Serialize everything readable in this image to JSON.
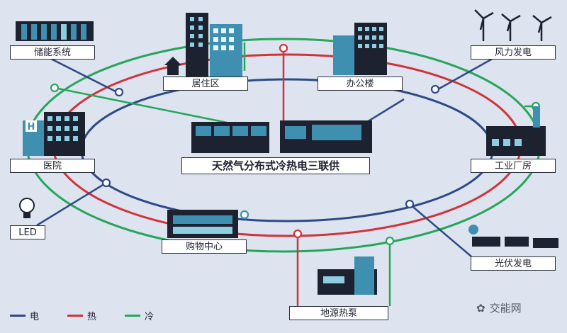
{
  "title": "天然气分布式冷热电三联供",
  "nodes": {
    "storage": "储能系统",
    "residential": "居住区",
    "office": "办公楼",
    "wind": "风力发电",
    "hospital": "医院",
    "industrial": "工业厂房",
    "led": "LED",
    "mall": "购物中心",
    "pv": "光伏发电",
    "geothermal": "地源热泵"
  },
  "legend": [
    {
      "label": "电",
      "color": "#2e4a86"
    },
    {
      "label": "热",
      "color": "#d0343a"
    },
    {
      "label": "冷",
      "color": "#26a65b"
    }
  ],
  "hospital_sign": "H",
  "watermark": "交能网",
  "colors": {
    "electric": "#2e4a86",
    "heat": "#d0343a",
    "cold": "#26a65b",
    "building_dark": "#1d2230",
    "building_blue": "#3f8fb0",
    "window": "#8fcde0"
  }
}
